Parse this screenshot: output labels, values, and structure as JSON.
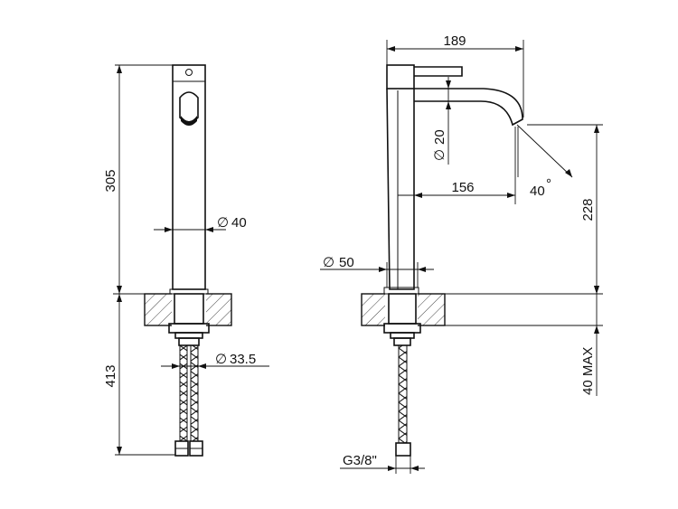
{
  "diagram": {
    "dimensions": {
      "total_width": "189",
      "height_above_deck": "305",
      "height_below_deck": "413",
      "outlet_height": "228",
      "deck_thickness": "40 MAX",
      "spout_reach": "156",
      "spout_angle": "40",
      "degree_symbol": "°"
    },
    "diameters": {
      "symbol": "∅",
      "body": "40",
      "spout": "20",
      "base": "50",
      "hose": "33.5"
    },
    "connection": {
      "thread": "G3/8\""
    }
  }
}
